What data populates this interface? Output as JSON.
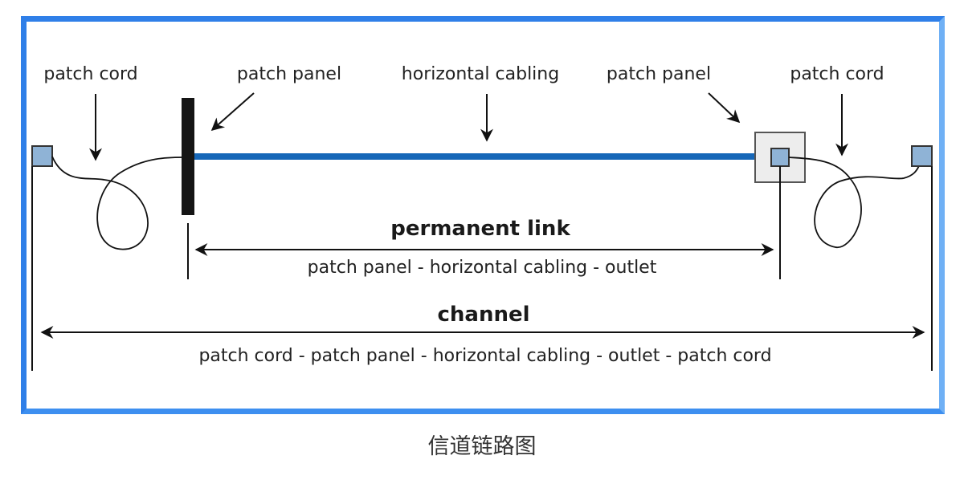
{
  "labels": {
    "patch_cord_left": "patch cord",
    "patch_panel_left": "patch panel",
    "horizontal_cabling": "horizontal cabling",
    "patch_panel_right": "patch panel",
    "patch_cord_right": "patch cord"
  },
  "permanent_link": {
    "title": "permanent link",
    "description": "patch panel - horizontal cabling - outlet"
  },
  "channel": {
    "title": "channel",
    "description": "patch cord - patch panel - horizontal cabling - outlet - patch cord"
  },
  "caption": "信道链路图",
  "colors": {
    "frame_border": "#2f7fe8",
    "cable": "#1667b8",
    "connector_fill": "#8fb3d6",
    "outlet_fill": "#ededed"
  }
}
